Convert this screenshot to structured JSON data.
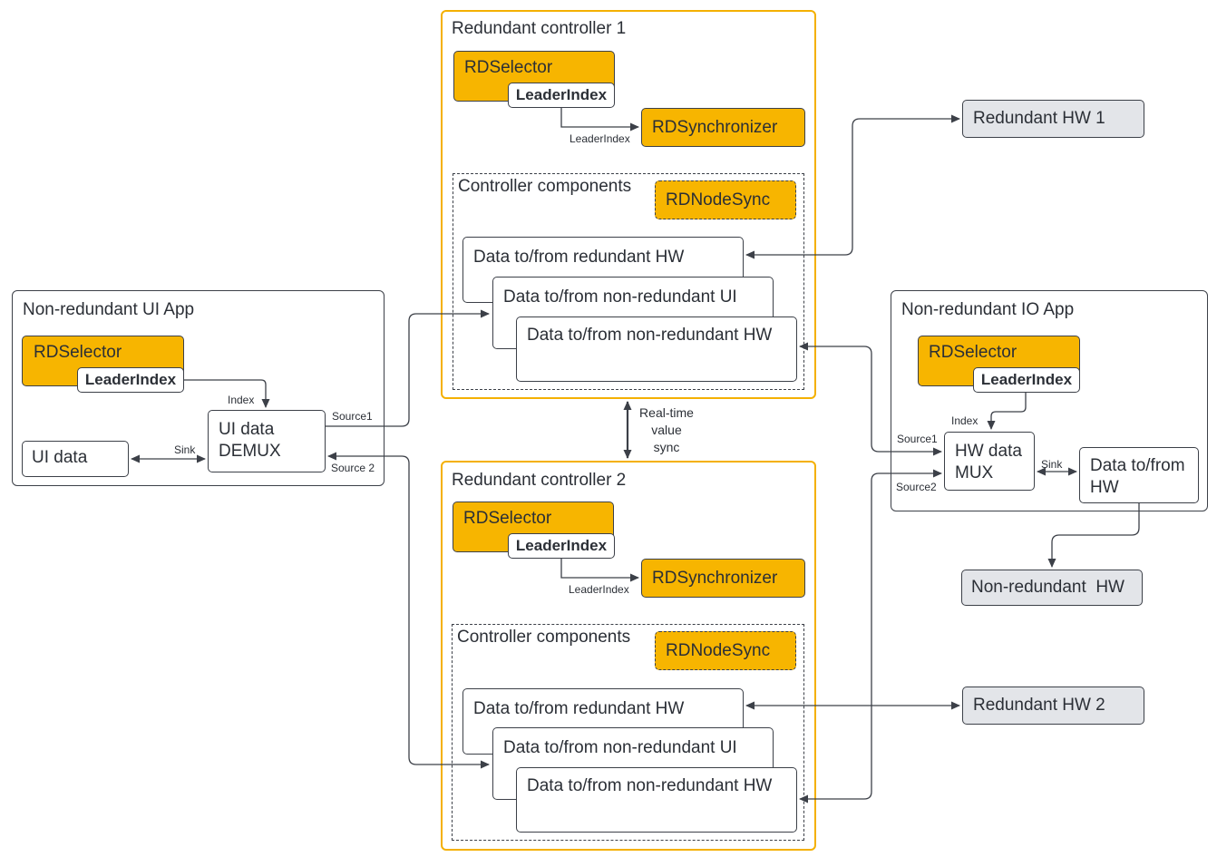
{
  "controller1": {
    "title": "Redundant controller 1",
    "selector": "RDSelector",
    "leader_index": "LeaderIndex",
    "leader_index_small": "LeaderIndex",
    "synchronizer": "RDSynchronizer",
    "components_title": "Controller components",
    "nodesync": "RDNodeSync",
    "data_redundant_hw": "Data to/from redundant HW",
    "data_nonredundant_ui": "Data to/from non-redundant UI",
    "data_nonredundant_hw": "Data to/from non-redundant HW"
  },
  "controller2": {
    "title": "Redundant controller 2",
    "selector": "RDSelector",
    "leader_index": "LeaderIndex",
    "leader_index_small": "LeaderIndex",
    "synchronizer": "RDSynchronizer",
    "components_title": "Controller components",
    "nodesync": "RDNodeSync",
    "data_redundant_hw": "Data to/from redundant HW",
    "data_nonredundant_ui": "Data to/from non-redundant UI",
    "data_nonredundant_hw": "Data to/from non-redundant HW"
  },
  "ui_app": {
    "title": "Non-redundant UI App",
    "selector": "RDSelector",
    "leader_index": "LeaderIndex",
    "index_label": "Index",
    "demux_line1": "UI data",
    "demux_line2": "DEMUX",
    "ui_data": "UI data",
    "sink_label": "Sink",
    "source1_label": "Source1",
    "source2_label": "Source 2"
  },
  "io_app": {
    "title": "Non-redundant IO App",
    "selector": "RDSelector",
    "leader_index": "LeaderIndex",
    "index_label": "Index",
    "mux_line1": "HW data",
    "mux_line2": "MUX",
    "data_hw_line1": "Data to/from",
    "data_hw_line2": "HW",
    "sink_label": "Sink",
    "source1_label": "Source1",
    "source2_label": "Source2"
  },
  "external": {
    "redundant_hw1": "Redundant HW 1",
    "redundant_hw2": "Redundant HW 2",
    "nonredundant_hw": "Non-redundant  HW"
  },
  "sync_label": {
    "line1": "Real-time",
    "line2": "value",
    "line3": "sync"
  },
  "colors": {
    "accent_orange": "#f7b500",
    "controller_border": "#f4b000",
    "hw_grey": "#e3e5e9",
    "line": "#3c4048"
  }
}
